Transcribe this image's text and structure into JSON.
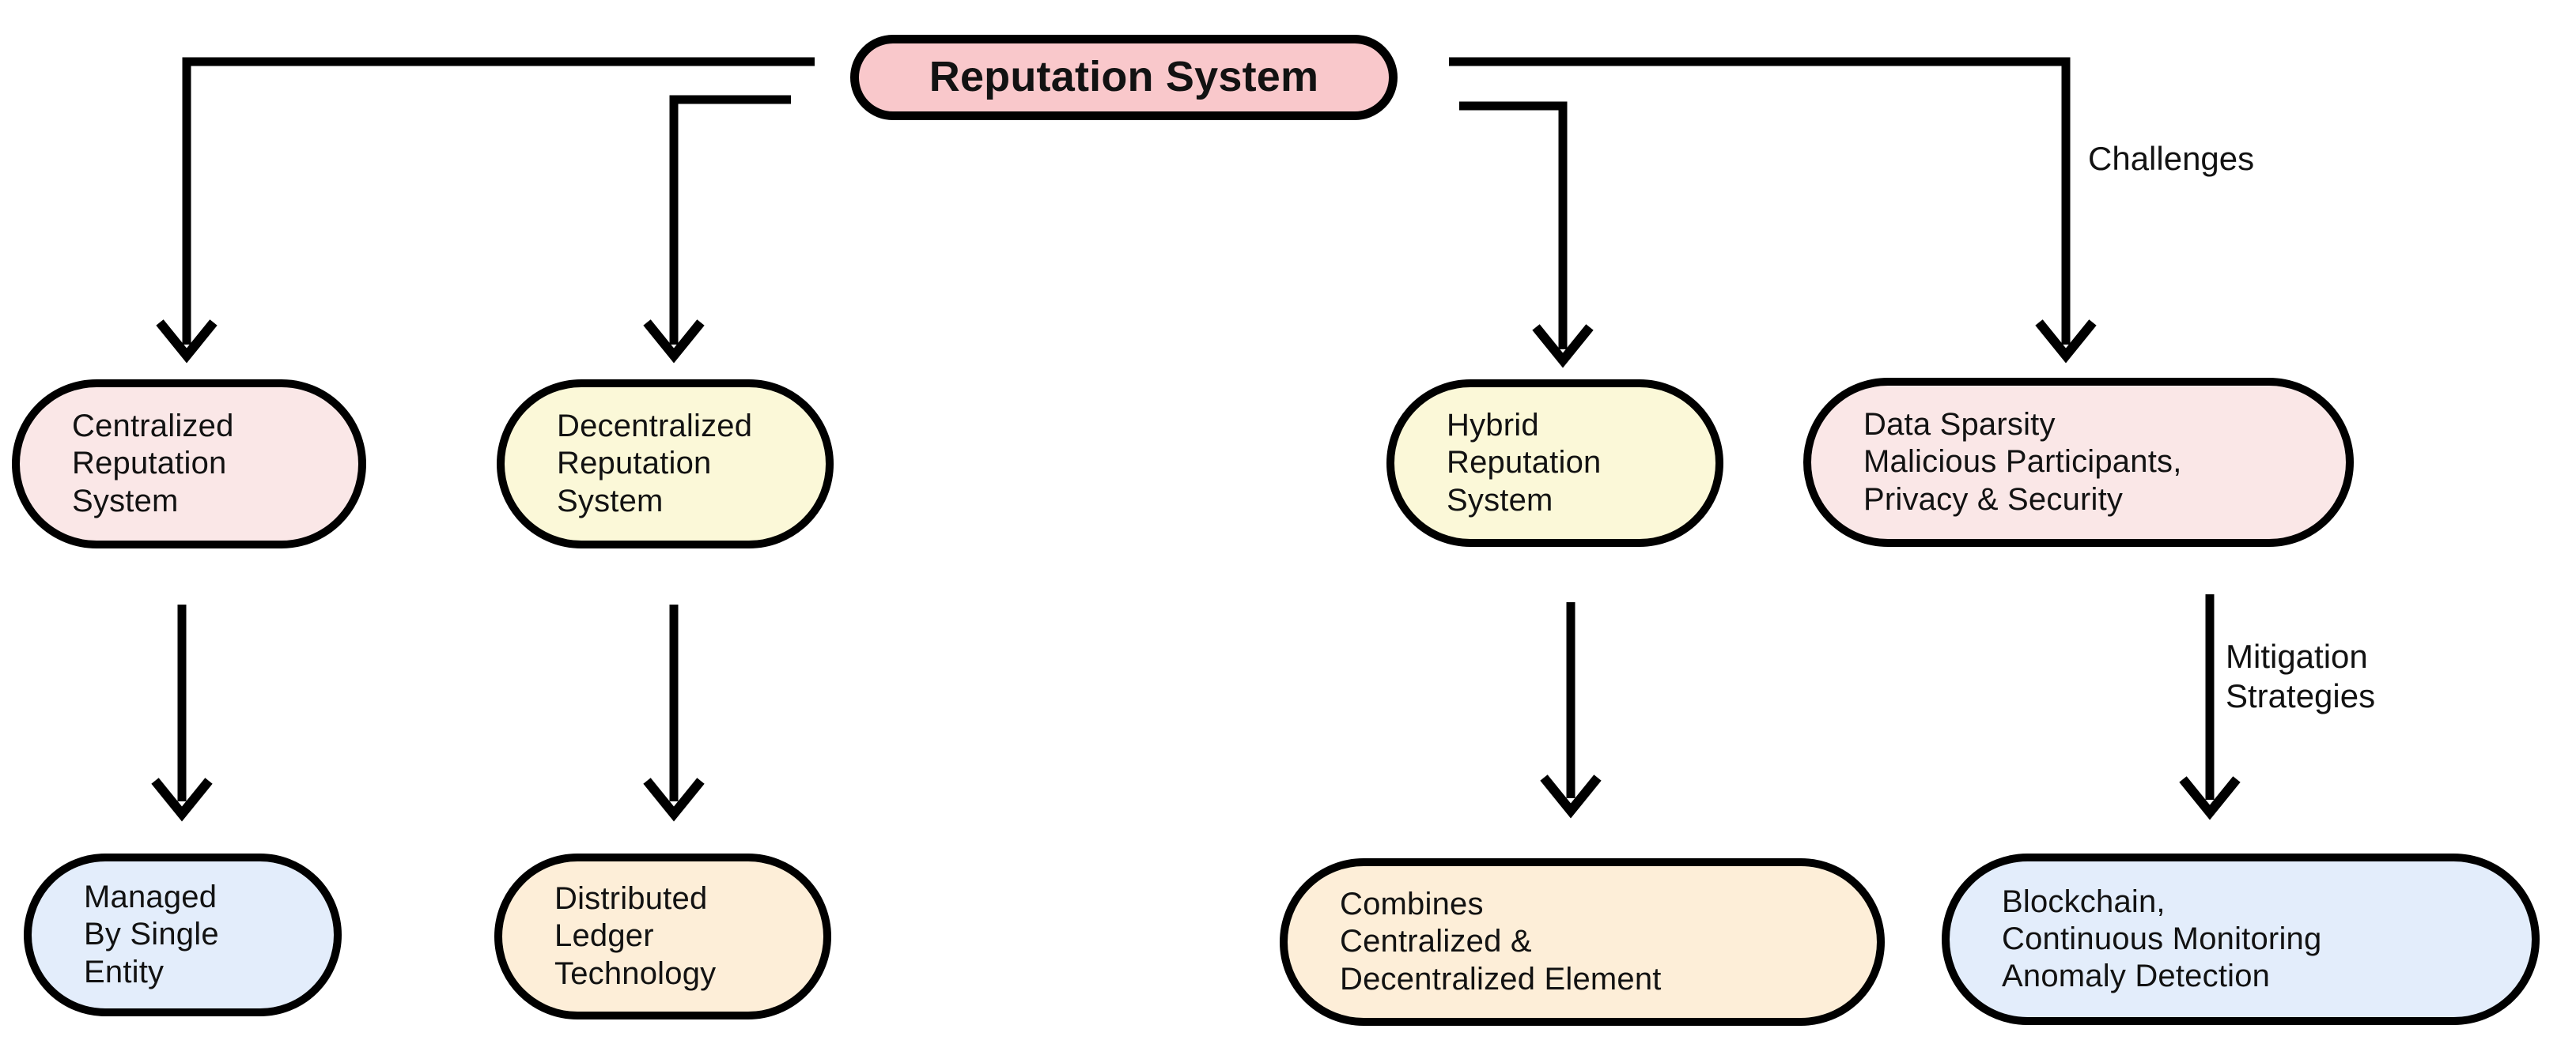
{
  "diagram": {
    "root": {
      "label": "Reputation System"
    },
    "nodes": {
      "centralized": {
        "lines": [
          "Centralized",
          "Reputation",
          "System"
        ]
      },
      "decentralized": {
        "lines": [
          "Decentralized",
          "Reputation",
          "System"
        ]
      },
      "hybrid": {
        "lines": [
          "Hybrid",
          "Reputation",
          "System"
        ]
      },
      "data_sparsity": {
        "lines": [
          "Data Sparsity",
          "Malicious Participants,",
          "Privacy & Security"
        ]
      },
      "managed": {
        "lines": [
          "Managed",
          "By Single",
          "Entity"
        ]
      },
      "distributed": {
        "lines": [
          "Distributed",
          "Ledger",
          "Technology"
        ]
      },
      "combines": {
        "lines": [
          "Combines",
          "Centralized &",
          "Decentralized Element"
        ]
      },
      "blockchain": {
        "lines": [
          "Blockchain,",
          "Continuous Monitoring",
          "Anomaly Detection"
        ]
      }
    },
    "edge_labels": {
      "challenges": "Challenges",
      "mitigation": [
        "Mitigation",
        "Strategies"
      ]
    },
    "edges": [
      {
        "from": "Reputation System",
        "to": "Centralized Reputation System",
        "label": ""
      },
      {
        "from": "Reputation System",
        "to": "Decentralized Reputation System",
        "label": ""
      },
      {
        "from": "Reputation System",
        "to": "Hybrid Reputation System",
        "label": ""
      },
      {
        "from": "Reputation System",
        "to": "Data Sparsity Malicious Participants, Privacy & Security",
        "label": "Challenges"
      },
      {
        "from": "Centralized Reputation System",
        "to": "Managed By Single Entity",
        "label": ""
      },
      {
        "from": "Decentralized Reputation System",
        "to": "Distributed Ledger Technology",
        "label": ""
      },
      {
        "from": "Hybrid Reputation System",
        "to": "Combines Centralized & Decentralized Element",
        "label": ""
      },
      {
        "from": "Data Sparsity Malicious Participants, Privacy & Security",
        "to": "Blockchain, Continuous Monitoring Anomaly Detection",
        "label": "Mitigation Strategies"
      }
    ],
    "colors": {
      "root_fill": "#f9c8cb",
      "pale_pink": "#fae7e7",
      "pale_yellow": "#fbf8d8",
      "pale_peach": "#fdeed8",
      "pale_blue": "#e3edfb",
      "stroke": "#000000",
      "text": "#121212"
    }
  }
}
